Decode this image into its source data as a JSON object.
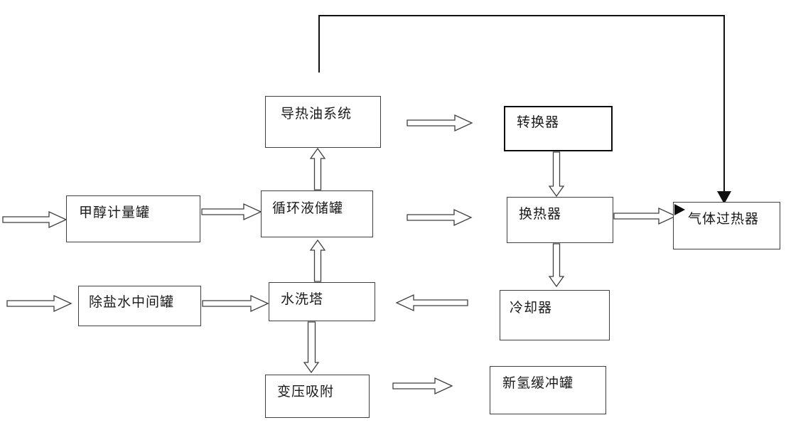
{
  "diagram": {
    "background_color": "#ffffff",
    "box_border_color": "#3f3f3f",
    "solid_line_color": "#111111",
    "nodes": [
      {
        "id": "thermal-oil-system",
        "label": "导热油系统"
      },
      {
        "id": "converter",
        "label": "转换器"
      },
      {
        "id": "methanol-metering-tank",
        "label": "甲醇计量罐"
      },
      {
        "id": "circulating-liquid-tank",
        "label": "循环液储罐"
      },
      {
        "id": "heat-exchanger",
        "label": "换热器"
      },
      {
        "id": "gas-superheater",
        "label": "气体过热器"
      },
      {
        "id": "demin-water-middle-tank",
        "label": "除盐水中间罐"
      },
      {
        "id": "water-wash-tower",
        "label": "水洗塔"
      },
      {
        "id": "cooler",
        "label": "冷却器"
      },
      {
        "id": "pressure-swing-adsorption",
        "label": "变压吸附"
      },
      {
        "id": "fresh-hydrogen-buffer-tank",
        "label": "新氢缓冲罐"
      }
    ],
    "edges": [
      {
        "from": "feed-inlet-left",
        "to": "methanol-metering-tank",
        "style": "hollow-arrow",
        "direction": "right"
      },
      {
        "from": "methanol-metering-tank",
        "to": "circulating-liquid-tank",
        "style": "hollow-arrow",
        "direction": "right"
      },
      {
        "from": "circulating-liquid-tank",
        "to": "thermal-oil-system",
        "style": "hollow-arrow",
        "direction": "up"
      },
      {
        "from": "thermal-oil-system",
        "to": "converter",
        "style": "hollow-arrow",
        "direction": "right"
      },
      {
        "from": "converter",
        "to": "heat-exchanger",
        "style": "hollow-arrow",
        "direction": "down"
      },
      {
        "from": "circulating-liquid-tank",
        "to": "heat-exchanger",
        "style": "hollow-arrow",
        "direction": "right"
      },
      {
        "from": "heat-exchanger",
        "to": "gas-superheater",
        "style": "hollow-arrow",
        "direction": "right"
      },
      {
        "from": "heat-exchanger",
        "to": "cooler",
        "style": "hollow-arrow",
        "direction": "down"
      },
      {
        "from": "cooler",
        "to": "water-wash-tower",
        "style": "hollow-arrow",
        "direction": "left"
      },
      {
        "from": "water-inlet-left",
        "to": "demin-water-middle-tank",
        "style": "hollow-arrow",
        "direction": "right"
      },
      {
        "from": "demin-water-middle-tank",
        "to": "water-wash-tower",
        "style": "hollow-arrow",
        "direction": "right"
      },
      {
        "from": "water-wash-tower",
        "to": "circulating-liquid-tank",
        "style": "hollow-arrow",
        "direction": "up"
      },
      {
        "from": "water-wash-tower",
        "to": "pressure-swing-adsorption",
        "style": "hollow-arrow",
        "direction": "down"
      },
      {
        "from": "pressure-swing-adsorption",
        "to": "fresh-hydrogen-buffer-tank",
        "style": "hollow-arrow",
        "direction": "right"
      },
      {
        "from": "above-thermal-oil-system",
        "to": "gas-superheater",
        "style": "solid-elbow-arrow",
        "direction": "up-right-down"
      }
    ]
  }
}
